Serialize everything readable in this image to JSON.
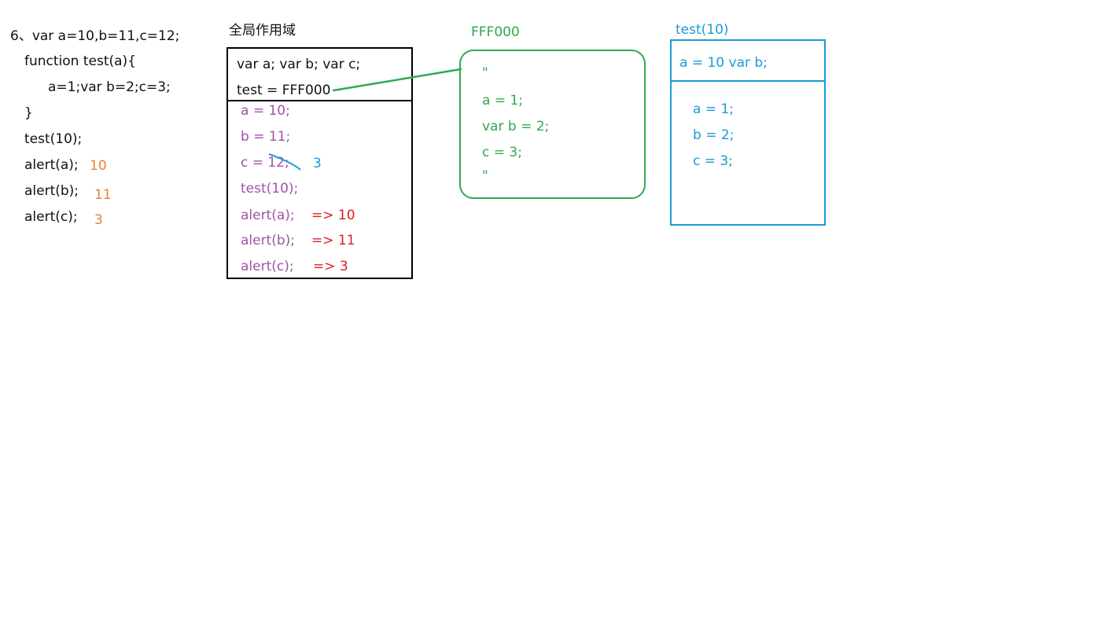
{
  "code": {
    "line1": "6、var a=10,b=11,c=12;",
    "line2": "function test(a){",
    "line3": "a=1;var b=2;c=3;",
    "line4": "}",
    "line5": "test(10);",
    "line6": "alert(a);",
    "line7": "alert(b);",
    "line8": "alert(c);",
    "answers": [
      "10",
      "11",
      "3"
    ]
  },
  "global_scope": {
    "title": "全局作用域",
    "decl_line1": "var a; var b; var c;",
    "decl_line2": "test = FFF000",
    "exec_lines": [
      "a = 10;",
      "b = 11;",
      "c = 12;",
      "test(10);",
      "alert(a);",
      "alert(b);",
      "alert(c);"
    ],
    "c_override": "3",
    "results": [
      "=> 10",
      "=> 11",
      "=> 3"
    ]
  },
  "function_object": {
    "title": "FFF000",
    "quote_open": "\"",
    "body_lines": [
      "a = 1;",
      "var b = 2;",
      "c = 3;"
    ],
    "quote_close": "\""
  },
  "call_scope": {
    "title": "test(10)",
    "header_line": "a = 10  var b;",
    "body_lines": [
      "a = 1;",
      "b = 2;",
      "c = 3;"
    ]
  },
  "colors": {
    "code": "#111111",
    "answer": "#ed7d31",
    "global_exec": "#a052a8",
    "result": "#e01b24",
    "function": "#2eaa4f",
    "call_scope": "#1a9bd7"
  }
}
